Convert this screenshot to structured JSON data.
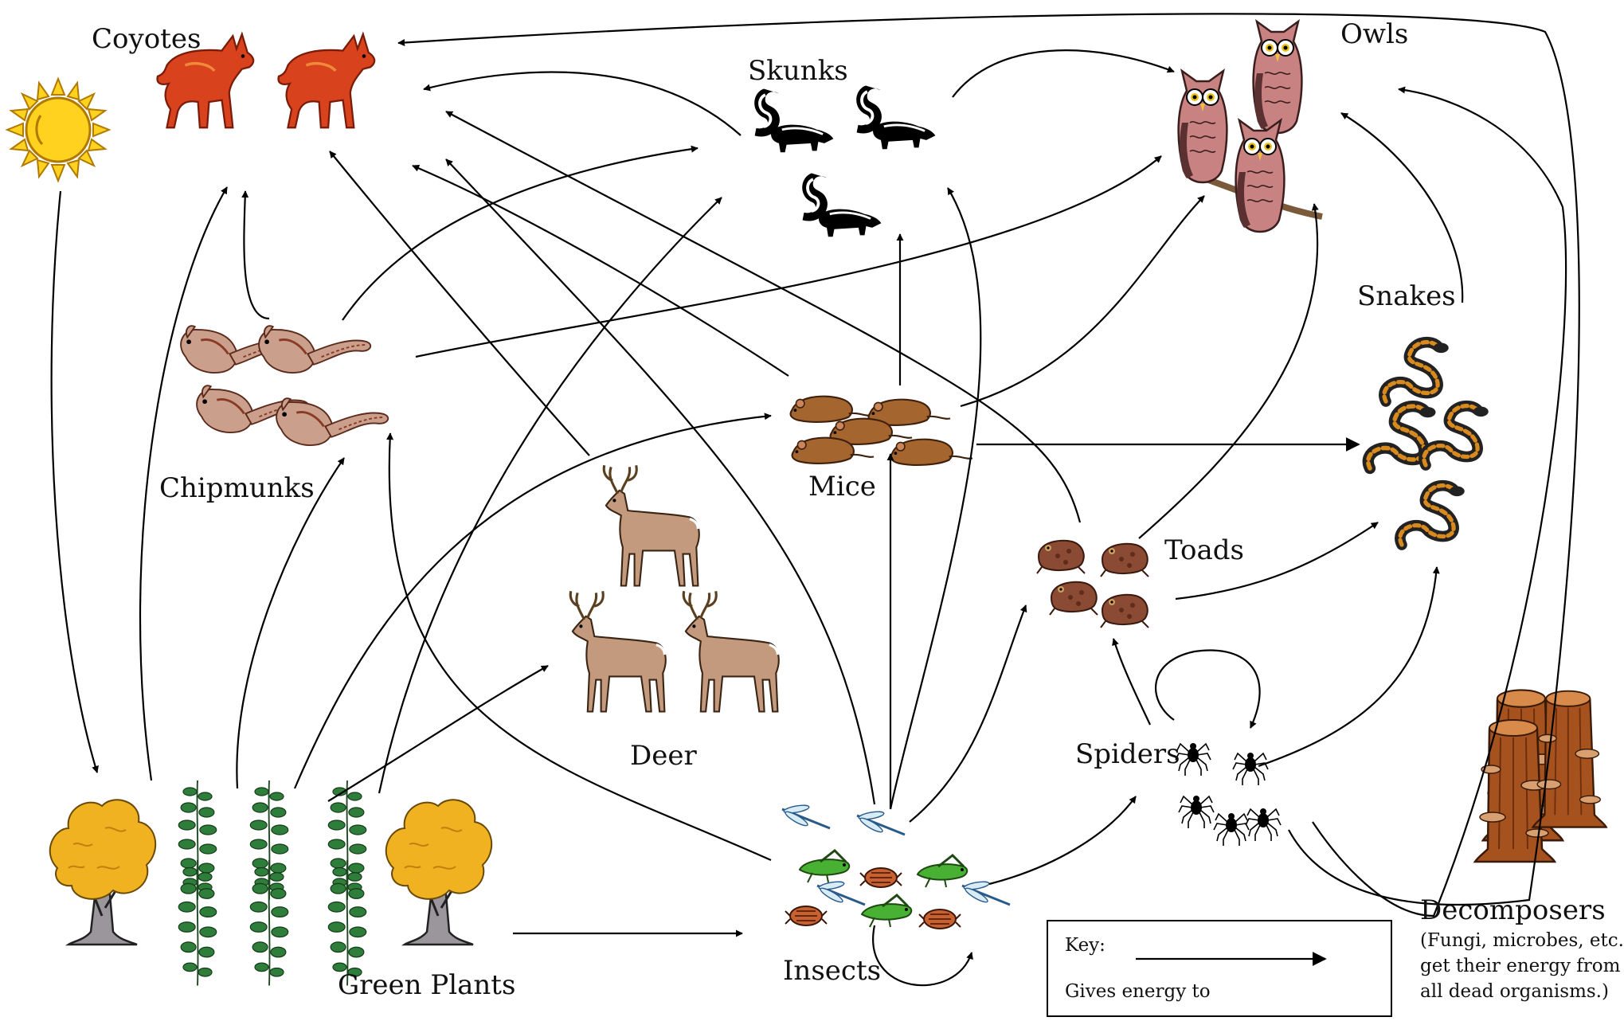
{
  "labels": {
    "coyotes": "Coyotes",
    "skunks": "Skunks",
    "owls": "Owls",
    "snakes": "Snakes",
    "chipmunks": "Chipmunks",
    "mice": "Mice",
    "deer": "Deer",
    "toads": "Toads",
    "spiders": "Spiders",
    "insects": "Insects",
    "green_plants": "Green Plants",
    "decomposers": "Decomposers"
  },
  "decomposers_note": [
    "(Fungi, microbes, etc.",
    "get their energy from",
    "all dead organisms.)"
  ],
  "key": {
    "title": "Key:",
    "meaning": "Gives energy to"
  },
  "icons": {
    "sun": "sun-icon",
    "coyote": "coyote-icon",
    "skunk": "skunk-icon",
    "owl": "owl-icon",
    "snake": "snake-icon",
    "chipmunk": "chipmunk-icon",
    "mouse": "mouse-icon",
    "deer": "deer-icon",
    "toad": "toad-icon",
    "spider": "spider-icon",
    "insect": "insect-icon",
    "tree": "tree-icon",
    "fern": "fern-icon",
    "stump": "stump-icon"
  },
  "colors": {
    "coyote": "#d8431d",
    "skunk": "#000000",
    "owl": "#c98282",
    "snake": "#d98a1e",
    "chipmunk": "#caa08c",
    "mouse": "#a5652f",
    "deer": "#c39a7d",
    "toad": "#8a4a34",
    "insect": "#48b033",
    "tree_foliage": "#f0b221",
    "fern": "#2f7d3a",
    "stump": "#a5521f",
    "sun": "#ffd21f"
  }
}
